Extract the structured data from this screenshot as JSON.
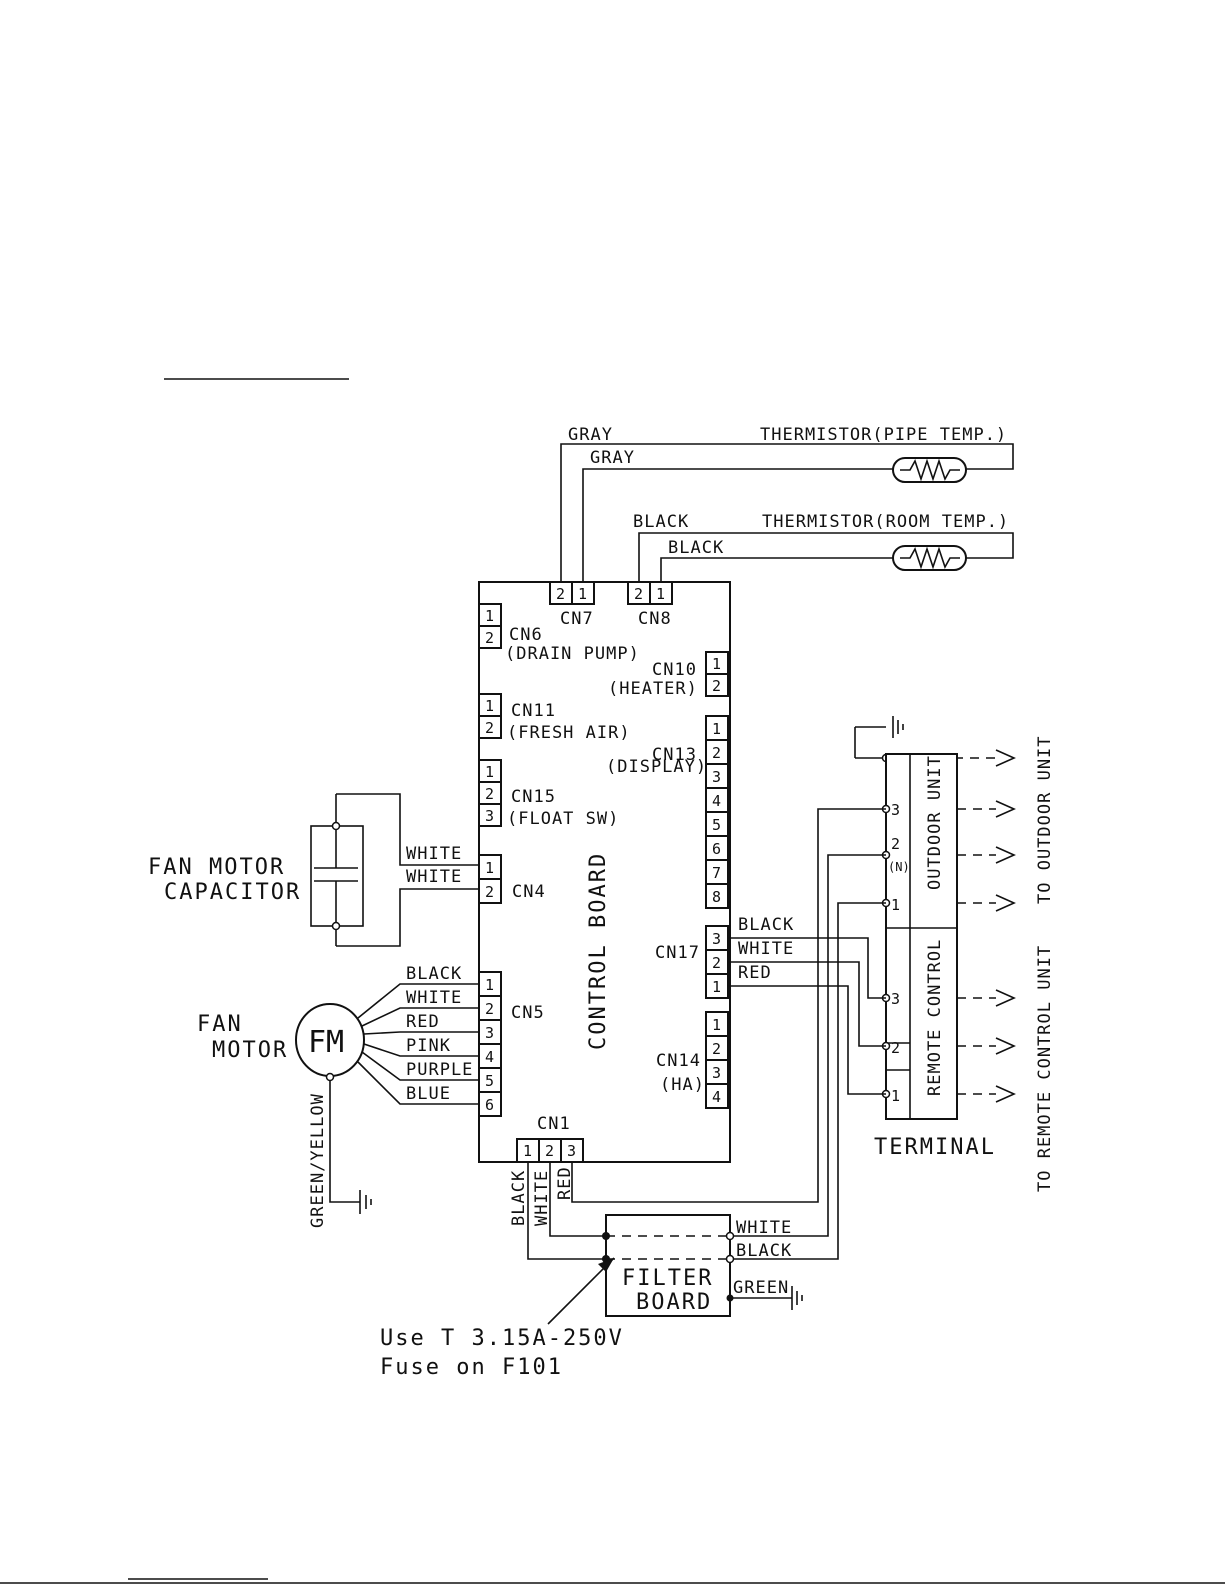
{
  "thermistors": [
    {
      "label": "THERMISTOR(PIPE TEMP.)",
      "wire_a": "GRAY",
      "wire_b": "GRAY"
    },
    {
      "label": "THERMISTOR(ROOM TEMP.)",
      "wire_a": "BLACK",
      "wire_b": "BLACK"
    }
  ],
  "board": {
    "title": "CONTROL BOARD",
    "connectors": {
      "cn7": "CN7",
      "cn8": "CN8",
      "cn6": "CN6",
      "cn6_desc": "(DRAIN PUMP)",
      "cn10": "CN10",
      "cn10_desc": "(HEATER)",
      "cn11": "CN11",
      "cn11_desc": "(FRESH AIR)",
      "cn13": "CN13",
      "cn13_desc": "(DISPLAY)",
      "cn15": "CN15",
      "cn15_desc": "(FLOAT SW)",
      "cn4": "CN4",
      "cn5": "CN5",
      "cn17": "CN17",
      "cn14": "CN14",
      "cn14_desc": "(HA)",
      "cn1": "CN1"
    }
  },
  "capacitor": {
    "line1": "FAN MOTOR",
    "line2": "CAPACITOR",
    "wire1": "WHITE",
    "wire2": "WHITE"
  },
  "motor": {
    "line1": "FAN",
    "line2": "MOTOR",
    "symbol": "FM",
    "ground": "GREEN/YELLOW",
    "wires": [
      "BLACK",
      "WHITE",
      "RED",
      "PINK",
      "PURPLE",
      "BLUE"
    ]
  },
  "cn17_wires": [
    "BLACK",
    "WHITE",
    "RED"
  ],
  "cn1_wires": [
    "BLACK",
    "WHITE",
    "RED"
  ],
  "terminal": {
    "label": "TERMINAL",
    "outdoor": "OUTDOOR UNIT",
    "remote": "REMOTE CONTROL",
    "outdoor_pins": [
      "3",
      "2",
      "(N)",
      "1"
    ],
    "remote_pins": [
      "3",
      "2",
      "1"
    ],
    "to_outdoor": "TO OUTDOOR UNIT",
    "to_remote": "TO REMOTE CONTROL UNIT"
  },
  "filter_board": {
    "line1": "FILTER",
    "line2": "BOARD",
    "white": "WHITE",
    "black": "BLACK",
    "green": "GREEN"
  },
  "fuse_note": {
    "line1": "Use T 3.15A-250V",
    "line2": "Fuse on F101"
  }
}
